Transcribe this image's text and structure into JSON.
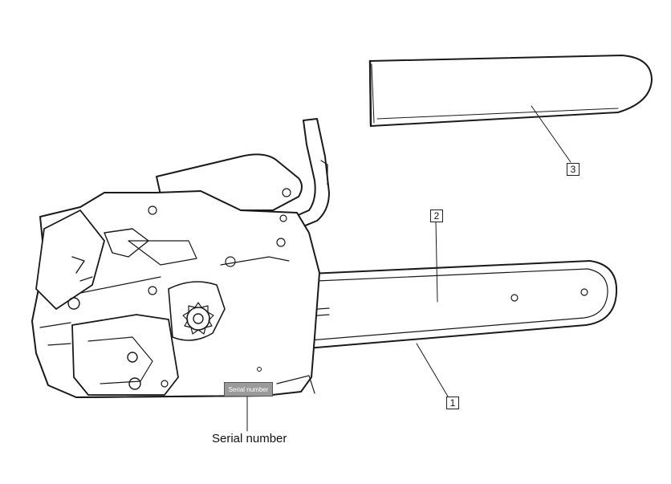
{
  "callouts": {
    "chain_bar": "1",
    "bar_body": "2",
    "bar_cover": "3"
  },
  "serial_plate_label": "Serial number",
  "serial_caption": "Serial number",
  "colors": {
    "line": "#1a1a1a",
    "plate": "#9a9a9a",
    "background": "#ffffff"
  }
}
